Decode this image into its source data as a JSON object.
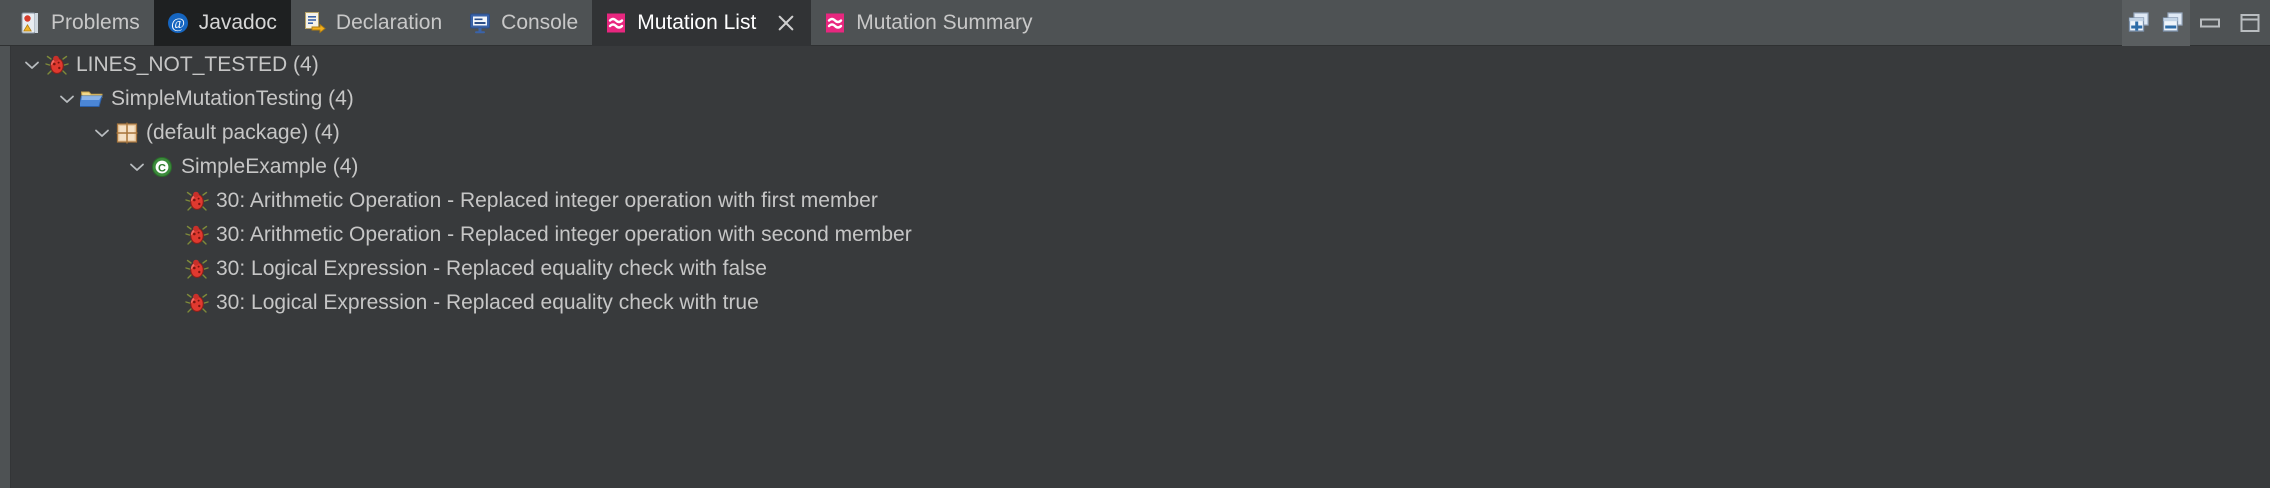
{
  "window": {
    "active_view": "Mutation List",
    "accent_pink": "#e8277f",
    "tabbar_bg": "#4e5254",
    "active_tab_bg": "#313335",
    "tree_bg": "#383a3c",
    "text_color": "#c6c6c6"
  },
  "tabs": [
    {
      "label": "Problems",
      "icon": "problems-icon",
      "state": "normal",
      "closable": false
    },
    {
      "label": "Javadoc",
      "icon": "javadoc-icon",
      "state": "dark",
      "closable": false
    },
    {
      "label": "Declaration",
      "icon": "declaration-icon",
      "state": "normal",
      "closable": false
    },
    {
      "label": "Console",
      "icon": "console-icon",
      "state": "normal",
      "closable": false
    },
    {
      "label": "Mutation List",
      "icon": "mutation-icon",
      "state": "active",
      "closable": true
    },
    {
      "label": "Mutation Summary",
      "icon": "mutation-icon",
      "state": "normal",
      "closable": false
    }
  ],
  "toolbar": {
    "expand_all_label": "Expand All",
    "collapse_all_label": "Collapse All",
    "minimize_label": "Minimize",
    "maximize_label": "Maximize",
    "icons": [
      "expand-all-icon",
      "collapse-all-icon",
      "minimize-icon",
      "maximize-icon"
    ]
  },
  "tree": {
    "rows": [
      {
        "indent": 0,
        "twisty": "expanded",
        "icon": "bug-icon",
        "label": "LINES_NOT_TESTED (4)"
      },
      {
        "indent": 1,
        "twisty": "expanded",
        "icon": "folder-icon",
        "label": "SimpleMutationTesting (4)"
      },
      {
        "indent": 2,
        "twisty": "expanded",
        "icon": "package-icon",
        "label": "(default package) (4)"
      },
      {
        "indent": 3,
        "twisty": "expanded",
        "icon": "class-icon",
        "label": "SimpleExample (4)"
      },
      {
        "indent": 4,
        "twisty": "none",
        "icon": "bug-icon",
        "label": "30: Arithmetic Operation - Replaced integer operation with first member"
      },
      {
        "indent": 4,
        "twisty": "none",
        "icon": "bug-icon",
        "label": "30: Arithmetic Operation - Replaced integer operation with second member"
      },
      {
        "indent": 4,
        "twisty": "none",
        "icon": "bug-icon",
        "label": "30: Logical Expression - Replaced equality check with false"
      },
      {
        "indent": 4,
        "twisty": "none",
        "icon": "bug-icon",
        "label": "30: Logical Expression - Replaced equality check with true"
      }
    ]
  }
}
